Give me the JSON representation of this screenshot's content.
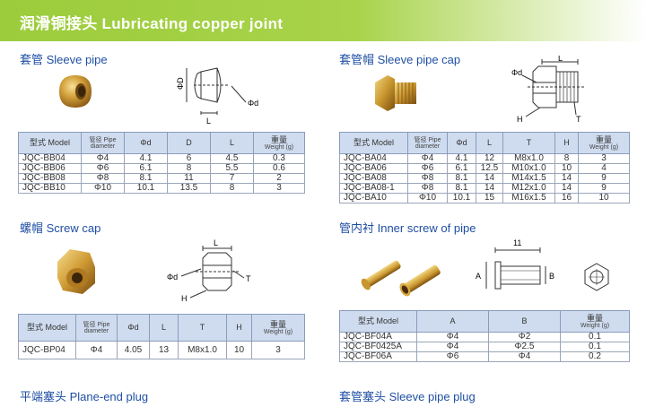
{
  "banner": {
    "title": "润滑铜接头 Lubricating copper  joint"
  },
  "sleeve_pipe": {
    "title": "套管 Sleeve pipe",
    "headers": [
      {
        "main": "型式 Model",
        "sub": ""
      },
      {
        "main": "",
        "sub": "管径 Pipe diameter"
      },
      {
        "main": "Φd",
        "sub": ""
      },
      {
        "main": "D",
        "sub": ""
      },
      {
        "main": "L",
        "sub": ""
      },
      {
        "main": "重量",
        "sub": "Weight (g)"
      }
    ],
    "rows": [
      [
        "JQC-BB04",
        "Φ4",
        "4.1",
        "6",
        "4.5",
        "0.3"
      ],
      [
        "JQC-BB06",
        "Φ6",
        "6.1",
        "8",
        "5.5",
        "0.6"
      ],
      [
        "JQC-BB08",
        "Φ8",
        "8.1",
        "11",
        "7",
        "2"
      ],
      [
        "JQC-BB10",
        "Φ10",
        "10.1",
        "13.5",
        "8",
        "3"
      ]
    ],
    "drawing_labels": {
      "D": "ΦD",
      "d": "Φd",
      "L": "L"
    }
  },
  "sleeve_pipe_cap": {
    "title": "套管帽 Sleeve pipe cap",
    "headers": [
      {
        "main": "型式 Model",
        "sub": ""
      },
      {
        "main": "",
        "sub": "管径 Pipe diameter"
      },
      {
        "main": "Φd",
        "sub": ""
      },
      {
        "main": "L",
        "sub": ""
      },
      {
        "main": "T",
        "sub": ""
      },
      {
        "main": "H",
        "sub": ""
      },
      {
        "main": "重量",
        "sub": "Weight (g)"
      }
    ],
    "rows": [
      [
        "JQC-BA04",
        "Φ4",
        "4.1",
        "12",
        "M8x1.0",
        "8",
        "3"
      ],
      [
        "JQC-BA06",
        "Φ6",
        "6.1",
        "12.5",
        "M10x1.0",
        "10",
        "4"
      ],
      [
        "JQC-BA08",
        "Φ8",
        "8.1",
        "14",
        "M14x1.5",
        "14",
        "9"
      ],
      [
        "JQC-BA08-1",
        "Φ8",
        "8.1",
        "14",
        "M12x1.0",
        "14",
        "9"
      ],
      [
        "JQC-BA10",
        "Φ10",
        "10.1",
        "15",
        "M16x1.5",
        "16",
        "10"
      ]
    ],
    "drawing_labels": {
      "d": "Φd",
      "L": "L",
      "H": "H",
      "T": "T"
    }
  },
  "screw_cap": {
    "title": "螺帽 Screw cap",
    "headers": [
      {
        "main": "型式 Model",
        "sub": ""
      },
      {
        "main": "",
        "sub": "管径 Pipe diameter"
      },
      {
        "main": "Φd",
        "sub": ""
      },
      {
        "main": "L",
        "sub": ""
      },
      {
        "main": "T",
        "sub": ""
      },
      {
        "main": "H",
        "sub": ""
      },
      {
        "main": "重量",
        "sub": "Weight (g)"
      }
    ],
    "rows": [
      [
        "JQC-BP04",
        "Φ4",
        "4.05",
        "13",
        "M8x1.0",
        "10",
        "3"
      ]
    ],
    "drawing_labels": {
      "d": "Φd",
      "L": "L",
      "H": "H",
      "T": "T"
    }
  },
  "inner_screw": {
    "title": "管内衬 Inner screw of pipe",
    "headers": [
      {
        "main": "型式 Model",
        "sub": ""
      },
      {
        "main": "A",
        "sub": ""
      },
      {
        "main": "B",
        "sub": ""
      },
      {
        "main": "重量",
        "sub": "Weight (g)"
      }
    ],
    "rows": [
      [
        "JQC-BF04A",
        "Φ4",
        "Φ2",
        "0.1"
      ],
      [
        "JQC-BF0425A",
        "Φ4",
        "Φ2.5",
        "0.1"
      ],
      [
        "JQC-BF06A",
        "Φ6",
        "Φ4",
        "0.2"
      ]
    ],
    "drawing_labels": {
      "len": "11",
      "A": "A",
      "B": "B"
    }
  },
  "plane_end_plug": {
    "title": "平端塞头 Plane-end plug"
  },
  "sleeve_pipe_plug": {
    "title": "套管塞头 Sleeve pipe plug"
  },
  "colors": {
    "banner": "#a8d34a",
    "title_blue": "#1f4fa3",
    "header_bg": "#cfdcef",
    "brass": "#c8962e"
  }
}
